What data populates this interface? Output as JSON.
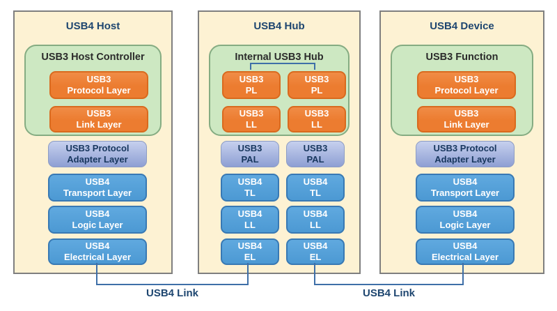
{
  "colors": {
    "panel_fill": "#FDF2D3",
    "panel_border": "#7F7F7F",
    "green_fill": "#CDE8C2",
    "green_border": "#85AC82",
    "green_label_text": "#2B2B2B",
    "orange_fill": "#EC7C30",
    "orange_border": "#D96A1E",
    "purple_fill_top": "#C6D0EE",
    "purple_fill_bottom": "#8E9FD3",
    "purple_border": "#8C9CC4",
    "purple_text": "#17365D",
    "blue_fill_top": "#60A9DF",
    "blue_fill_bottom": "#4C99D3",
    "blue_border": "#3879B4",
    "title_text": "#1E4670",
    "link_line": "#3E6FA8",
    "box_text": "#FFFFFF"
  },
  "host": {
    "title": "USB4 Host",
    "controller": "USB3 Host Controller",
    "protocol": {
      "l1": "USB3",
      "l2": "Protocol Layer"
    },
    "link": {
      "l1": "USB3",
      "l2": "Link Layer"
    },
    "pal": {
      "l1": "USB3 Protocol",
      "l2": "Adapter Layer"
    },
    "transport": {
      "l1": "USB4",
      "l2": "Transport Layer"
    },
    "logic": {
      "l1": "USB4",
      "l2": "Logic Layer"
    },
    "electrical": {
      "l1": "USB4",
      "l2": "Electrical Layer"
    }
  },
  "hub": {
    "title": "USB4 Hub",
    "controller": "Internal USB3 Hub",
    "pl": {
      "l1": "USB3",
      "l2": "PL"
    },
    "ll3": {
      "l1": "USB3",
      "l2": "LL"
    },
    "pal": {
      "l1": "USB3",
      "l2": "PAL"
    },
    "tl": {
      "l1": "USB4",
      "l2": "TL"
    },
    "ll4": {
      "l1": "USB4",
      "l2": "LL"
    },
    "el": {
      "l1": "USB4",
      "l2": "EL"
    }
  },
  "device": {
    "title": "USB4 Device",
    "controller": "USB3 Function",
    "protocol": {
      "l1": "USB3",
      "l2": "Protocol Layer"
    },
    "link": {
      "l1": "USB3",
      "l2": "Link Layer"
    },
    "pal": {
      "l1": "USB3 Protocol",
      "l2": "Adapter Layer"
    },
    "transport": {
      "l1": "USB4",
      "l2": "Transport Layer"
    },
    "logic": {
      "l1": "USB4",
      "l2": "Logic Layer"
    },
    "electrical": {
      "l1": "USB4",
      "l2": "Electrical Layer"
    }
  },
  "links": {
    "left_label": "USB4 Link",
    "right_label": "USB4 Link"
  }
}
